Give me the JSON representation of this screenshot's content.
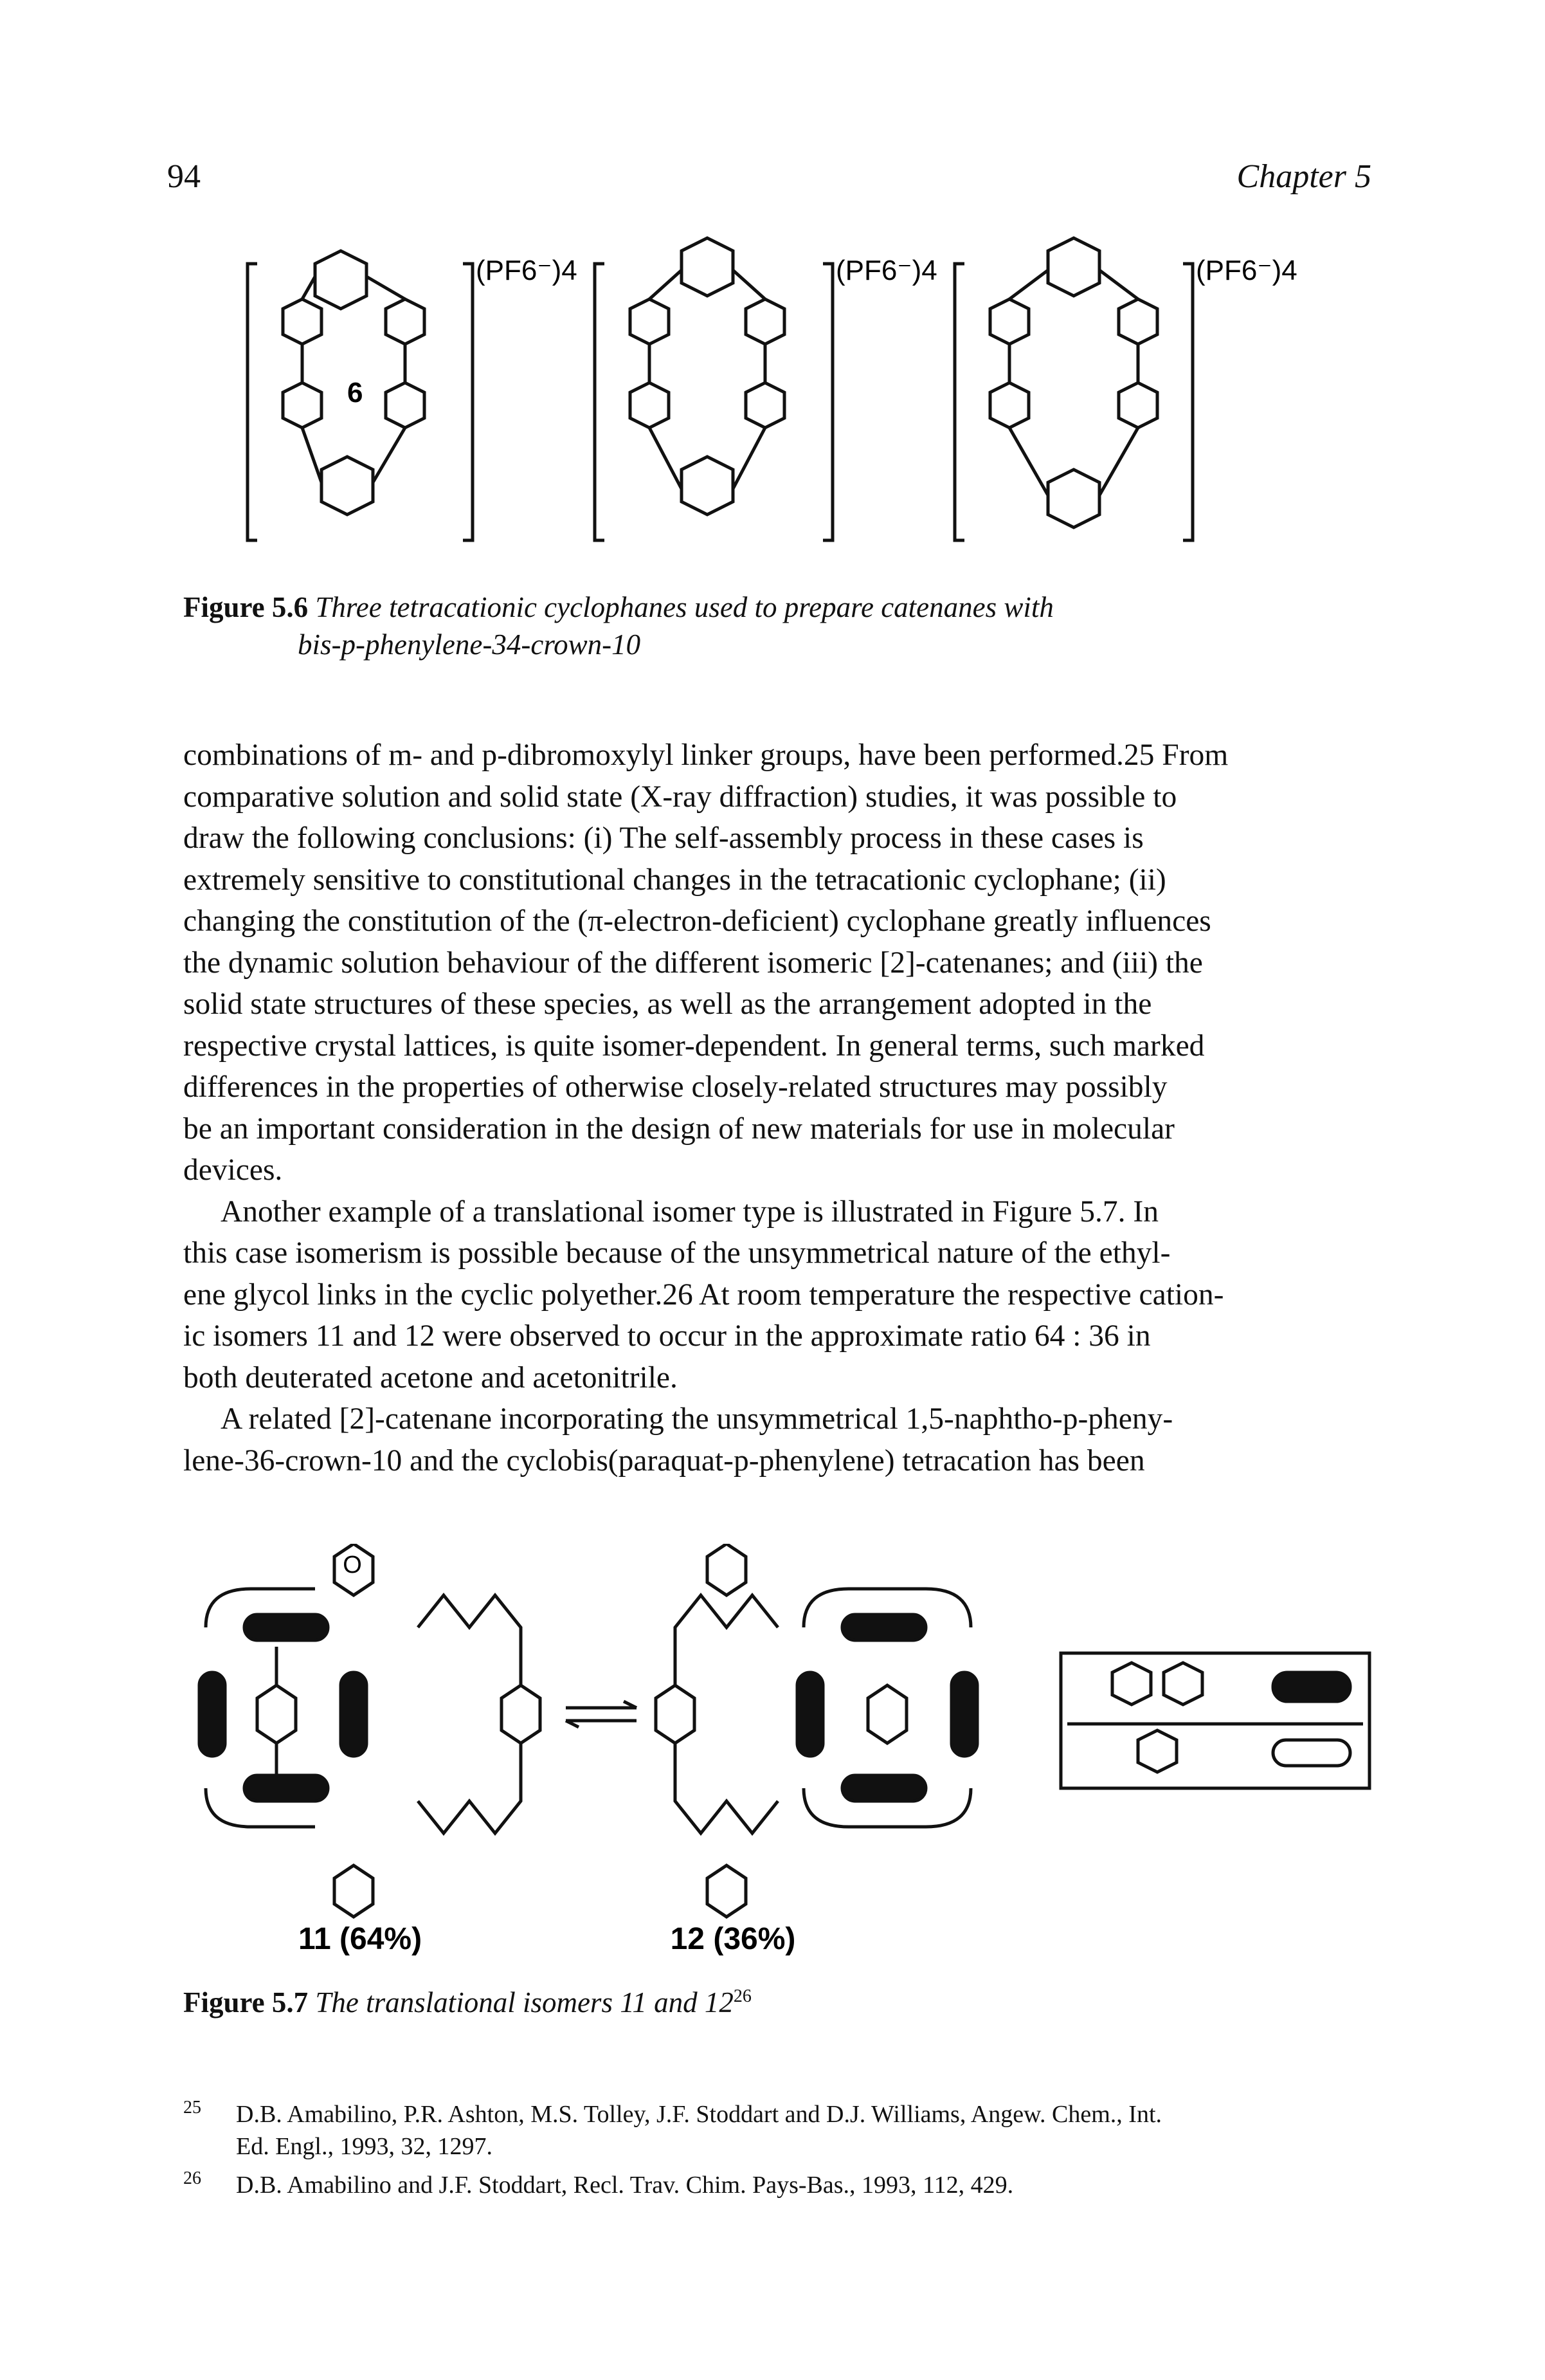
{
  "header": {
    "page_number": "94",
    "running_head": "Chapter 5"
  },
  "figure_5_6": {
    "counterion": "(PF6⁻)4",
    "compound_label": "6",
    "caption_label": "Figure 5.6",
    "caption_text_line1": "Three tetracationic cyclophanes used to prepare catenanes with",
    "caption_text_line2": "bis-p-phenylene-34-crown-10"
  },
  "body": {
    "p1_lines": [
      "combinations of m- and p-dibromoxylyl linker groups, have been performed.25 From",
      "comparative solution and solid state (X-ray diffraction) studies, it was possible to",
      "draw the following conclusions: (i) The self-assembly process in these cases is",
      "extremely sensitive to constitutional changes in the tetracationic cyclophane; (ii)",
      "changing the constitution of the (π-electron-deficient) cyclophane greatly influences",
      "the dynamic solution behaviour of the different isomeric [2]-catenanes; and (iii) the",
      "solid state structures of these species, as well as the arrangement adopted in the",
      "respective crystal lattices, is quite isomer-dependent. In general terms, such marked",
      "differences in the properties of otherwise closely-related structures may possibly",
      "be an important consideration in the design of new materials for use in molecular",
      "devices."
    ],
    "p2_lines": [
      "Another example of a translational isomer type is illustrated in Figure 5.7. In",
      "this case isomerism is possible because of the unsymmetrical nature of the ethyl-",
      "ene glycol links in the cyclic polyether.26 At room temperature the respective cation-",
      "ic isomers 11 and 12 were observed to occur in the approximate ratio 64 : 36 in",
      "both deuterated acetone and acetonitrile."
    ],
    "p3_lines": [
      "A related [2]-catenane incorporating the unsymmetrical 1,5-naphtho-p-pheny-",
      "lene-36-crown-10 and the cyclobis(paraquat-p-phenylene) tetracation has been"
    ]
  },
  "figure_5_7": {
    "label_11": "11 (64%)",
    "label_12": "12 (36%)",
    "oxygen": "O",
    "caption_label": "Figure 5.7",
    "caption_text": "The translational isomers 11 and 12",
    "caption_ref": "26"
  },
  "footnotes": [
    {
      "num": "25",
      "lines": [
        "D.B. Amabilino, P.R. Ashton, M.S. Tolley, J.F. Stoddart and D.J. Williams, Angew. Chem., Int.",
        "Ed. Engl., 1993, 32, 1297."
      ]
    },
    {
      "num": "26",
      "lines": [
        "D.B. Amabilino and J.F. Stoddart, Recl. Trav. Chim. Pays-Bas., 1993, 112, 429."
      ]
    }
  ]
}
